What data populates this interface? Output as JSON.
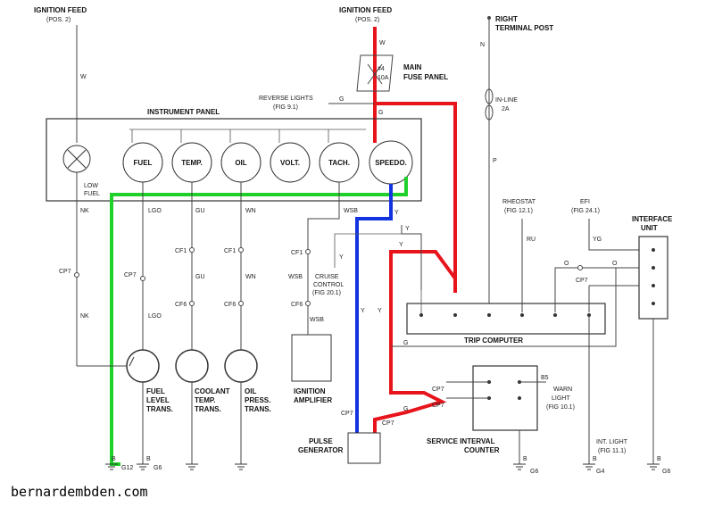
{
  "ignition_feed_left": {
    "title": "IGNITION FEED",
    "sub": "(POS. 2)",
    "wire": "W"
  },
  "ignition_feed_center": {
    "title": "IGNITION FEED",
    "sub": "(POS. 2)",
    "wire": "W"
  },
  "right_terminal": {
    "title": "RIGHT",
    "sub": "TERMINAL POST",
    "wire": "N"
  },
  "fuse": {
    "num": "#4",
    "amp": "10A",
    "label_1": "MAIN",
    "label_2": "FUSE PANEL"
  },
  "inline_fuse": {
    "label": "IN-LINE",
    "amp": "2A",
    "wire": "P"
  },
  "reverse_lights": {
    "label": "REVERSE LIGHTS",
    "ref": "(FIG 9.1)",
    "wire": "G"
  },
  "instrument_panel": {
    "title": "INSTRUMENT PANEL",
    "low_fuel_1": "LOW",
    "low_fuel_2": "FUEL"
  },
  "gauges": [
    "FUEL",
    "TEMP.",
    "OIL",
    "VOLT.",
    "TACH.",
    "SPEEDO."
  ],
  "wires": {
    "nk": "NK",
    "lgo": "LGO",
    "gu": "GU",
    "wn": "WN",
    "wsb": "WSB",
    "y": "Y",
    "g": "G",
    "ru": "RU",
    "yg": "YG",
    "o": "O"
  },
  "connectors": {
    "cp7": "CP7",
    "cf1": "CF1",
    "cf6": "CF6"
  },
  "rheostat": {
    "label": "RHEOSTAT",
    "ref": "(FIG 12.1)"
  },
  "efi": {
    "label": "EFI",
    "ref": "(FIG 24.1)"
  },
  "interface_unit": {
    "line_1": "INTERFACE",
    "line_2": "UNIT"
  },
  "cruise_control": {
    "line_1": "CRUISE",
    "line_2": "CONTROL",
    "ref": "(FIG 20.1)"
  },
  "trip_computer": {
    "label": "TRIP COMPUTER"
  },
  "transmitters": [
    {
      "l1": "FUEL",
      "l2": "LEVEL",
      "l3": "TRANS."
    },
    {
      "l1": "COOLANT",
      "l2": "TEMP.",
      "l3": "TRANS."
    },
    {
      "l1": "OIL",
      "l2": "PRESS.",
      "l3": "TRANS."
    }
  ],
  "ignition_amplifier": {
    "line_1": "IGNITION",
    "line_2": "AMPLIFIER"
  },
  "pulse_generator": {
    "line_1": "PULSE",
    "line_2": "GENERATOR"
  },
  "service_interval": {
    "line_1": "SERVICE INTERVAL",
    "line_2": "COUNTER",
    "b5": "B5"
  },
  "warn_light": {
    "line_1": "WARN",
    "line_2": "LIGHT",
    "ref": "(FIG 10.1)"
  },
  "int_light": {
    "line_1": "INT. LIGHT",
    "ref": "(FIG 11.1)"
  },
  "grounds": {
    "b": "B",
    "g12": "G12",
    "g6": "G6",
    "g4": "G4"
  },
  "watermark": "bernardembden.com",
  "colors": {
    "red": "#e8141c",
    "blue": "#1233e0",
    "green": "#1fd02a",
    "wire": "#444444"
  }
}
